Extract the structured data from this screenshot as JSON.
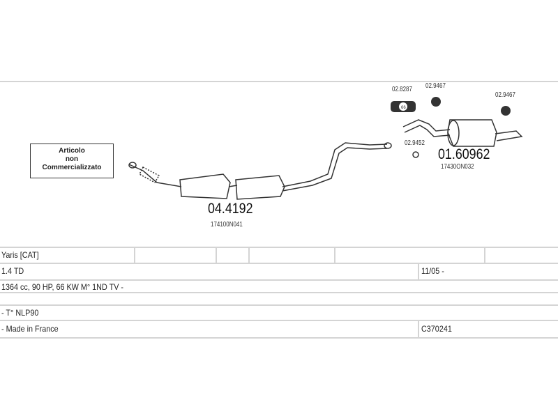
{
  "diagram": {
    "note": [
      "Articolo",
      "non",
      "Commercializzato"
    ],
    "parts": [
      {
        "number": "04.4192",
        "oem": "174100N041"
      },
      {
        "number": "01.60962",
        "oem": "17430ON032"
      }
    ],
    "accessories": [
      "02.8287",
      "02.9467",
      "02.9467",
      "02.9452"
    ],
    "clamp_label": "66"
  },
  "table": {
    "model": "Yaris  [CAT]",
    "engine": "1.4 TD",
    "date": "11/05 -",
    "specs": "1364 cc, 90 HP, 66 KW  M° 1ND TV -",
    "type": "- T° NLP90",
    "origin": "- Made in France",
    "code": "C370241"
  }
}
